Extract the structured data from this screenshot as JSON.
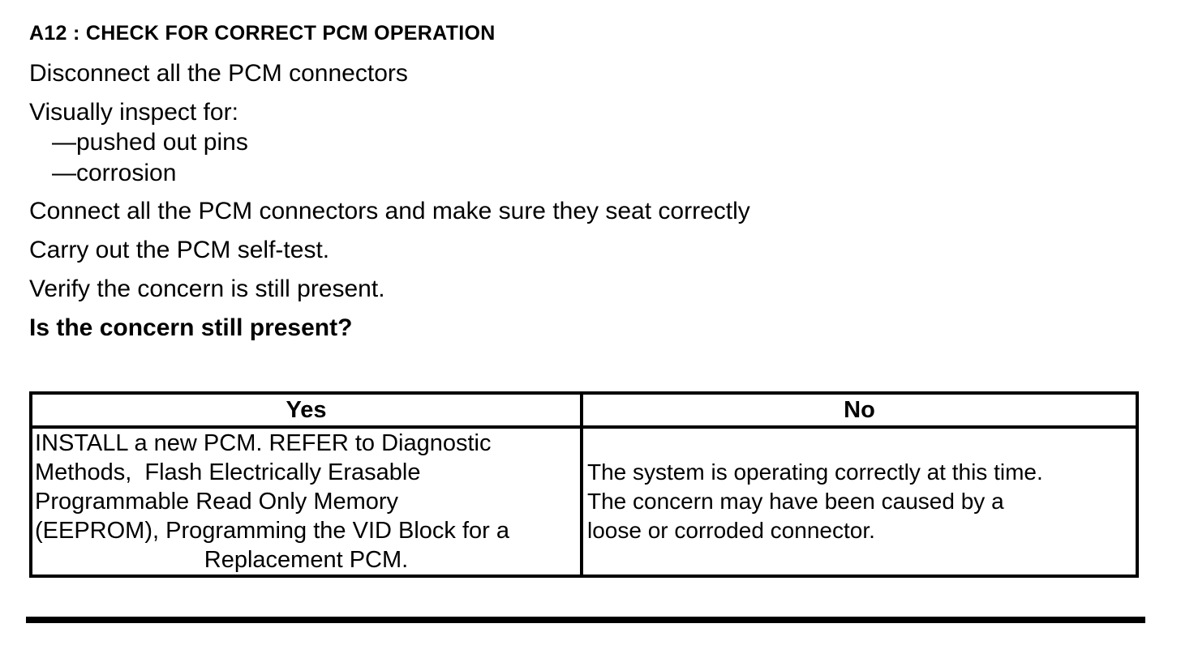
{
  "procedure": {
    "title": "A12 : CHECK FOR CORRECT PCM OPERATION",
    "steps": [
      "Disconnect all the PCM connectors",
      "Visually inspect for:",
      "Connect all the PCM connectors and make sure they seat correctly",
      "Carry out the PCM self-test.",
      "Verify the concern is still present."
    ],
    "inspect_items": [
      "—pushed out pins",
      "—corrosion"
    ],
    "question": "Is the concern still present?"
  },
  "results_table": {
    "headers": {
      "yes": "Yes",
      "no": "No"
    },
    "yes_action_lines": [
      "INSTALL a new PCM. REFER to Diagnostic",
      "Methods,  Flash Electrically Erasable",
      "Programmable Read Only Memory",
      "(EEPROM), Programming the VID Block for a",
      "Replacement PCM."
    ],
    "no_action_lines": [
      "The system is operating correctly at this time.",
      "The concern may have been caused by a",
      "loose or corroded connector."
    ]
  },
  "colors": {
    "text": "#000000",
    "border": "#000000",
    "background": "#ffffff"
  }
}
